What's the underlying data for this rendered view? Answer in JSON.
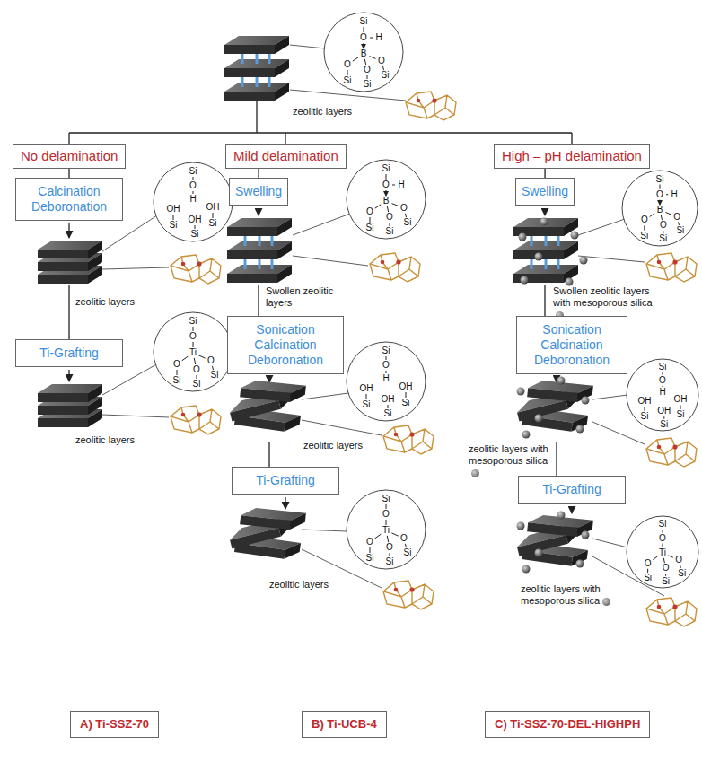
{
  "diagram": {
    "nodes": [
      {
        "text": [
          "No delamination"
        ]
      },
      {
        "text": [
          "Mild delamination"
        ]
      },
      {
        "text": [
          "High – pH delamination"
        ]
      },
      {
        "text": [
          "Calcination Deboronation"
        ]
      },
      {
        "text": [
          "Ti-Grafting"
        ]
      },
      {
        "text": [
          "Swelling"
        ]
      },
      {
        "text": [
          "Sonication Calcination Deboronation"
        ]
      },
      {
        "text": [
          "Ti-Grafting"
        ]
      },
      {
        "text": [
          "Swelling"
        ]
      },
      {
        "text": [
          "Sonication Calcination Deboronation"
        ]
      },
      {
        "text": [
          "Ti-Grafting"
        ]
      },
      {
        "text": [
          "A) Ti-SSZ-70"
        ]
      },
      {
        "text": [
          "B) Ti-UCB-4"
        ]
      },
      {
        "text": [
          "C) Ti-SSZ-70-DEL-HIGHPH"
        ]
      }
    ],
    "edges": [
      {
        "from": 0,
        "to": 3,
        "arrow": "none"
      },
      {
        "from": 1,
        "to": 5,
        "arrow": "none"
      },
      {
        "from": 2,
        "to": 8,
        "arrow": "none"
      }
    ],
    "labels": [
      "Si",
      "O",
      "H",
      "B",
      "O",
      "Si",
      "O",
      "Si",
      "O",
      "Si",
      "zeolitic layers",
      "Si",
      "O",
      "H",
      "OH",
      "Si",
      "OH",
      "Si",
      "OH",
      "Si",
      "zeolitic layers",
      "Si",
      "O",
      "Ti",
      "O",
      "Si",
      "O",
      "Si",
      "O",
      "Si",
      "zeolitic layers",
      "Si",
      "O",
      "H",
      "B",
      "O",
      "Si",
      "O",
      "Si",
      "O",
      "Si",
      "Swollen zeolitic layers",
      "Si",
      "O",
      "H",
      "OH",
      "Si",
      "OH",
      "Si",
      "OH",
      "Si",
      "zeolitic layers",
      "Si",
      "O",
      "Ti",
      "O",
      "Si",
      "O",
      "Si",
      "O",
      "Si",
      "zeolitic layers",
      "Si",
      "O",
      "H",
      "B",
      "O",
      "Si",
      "O",
      "Si",
      "O",
      "Si",
      "Swollen zeolitic layers with mesoporous silica",
      "Si",
      "O",
      "H",
      "OH",
      "Si",
      "OH",
      "Si",
      "OH",
      "Si",
      "zeolitic layers with mesoporous silica",
      "Si",
      "O",
      "Ti",
      "O",
      "Si",
      "O",
      "Si",
      "O",
      "Si",
      "zeolitic layers with mesoporous silica"
    ]
  }
}
